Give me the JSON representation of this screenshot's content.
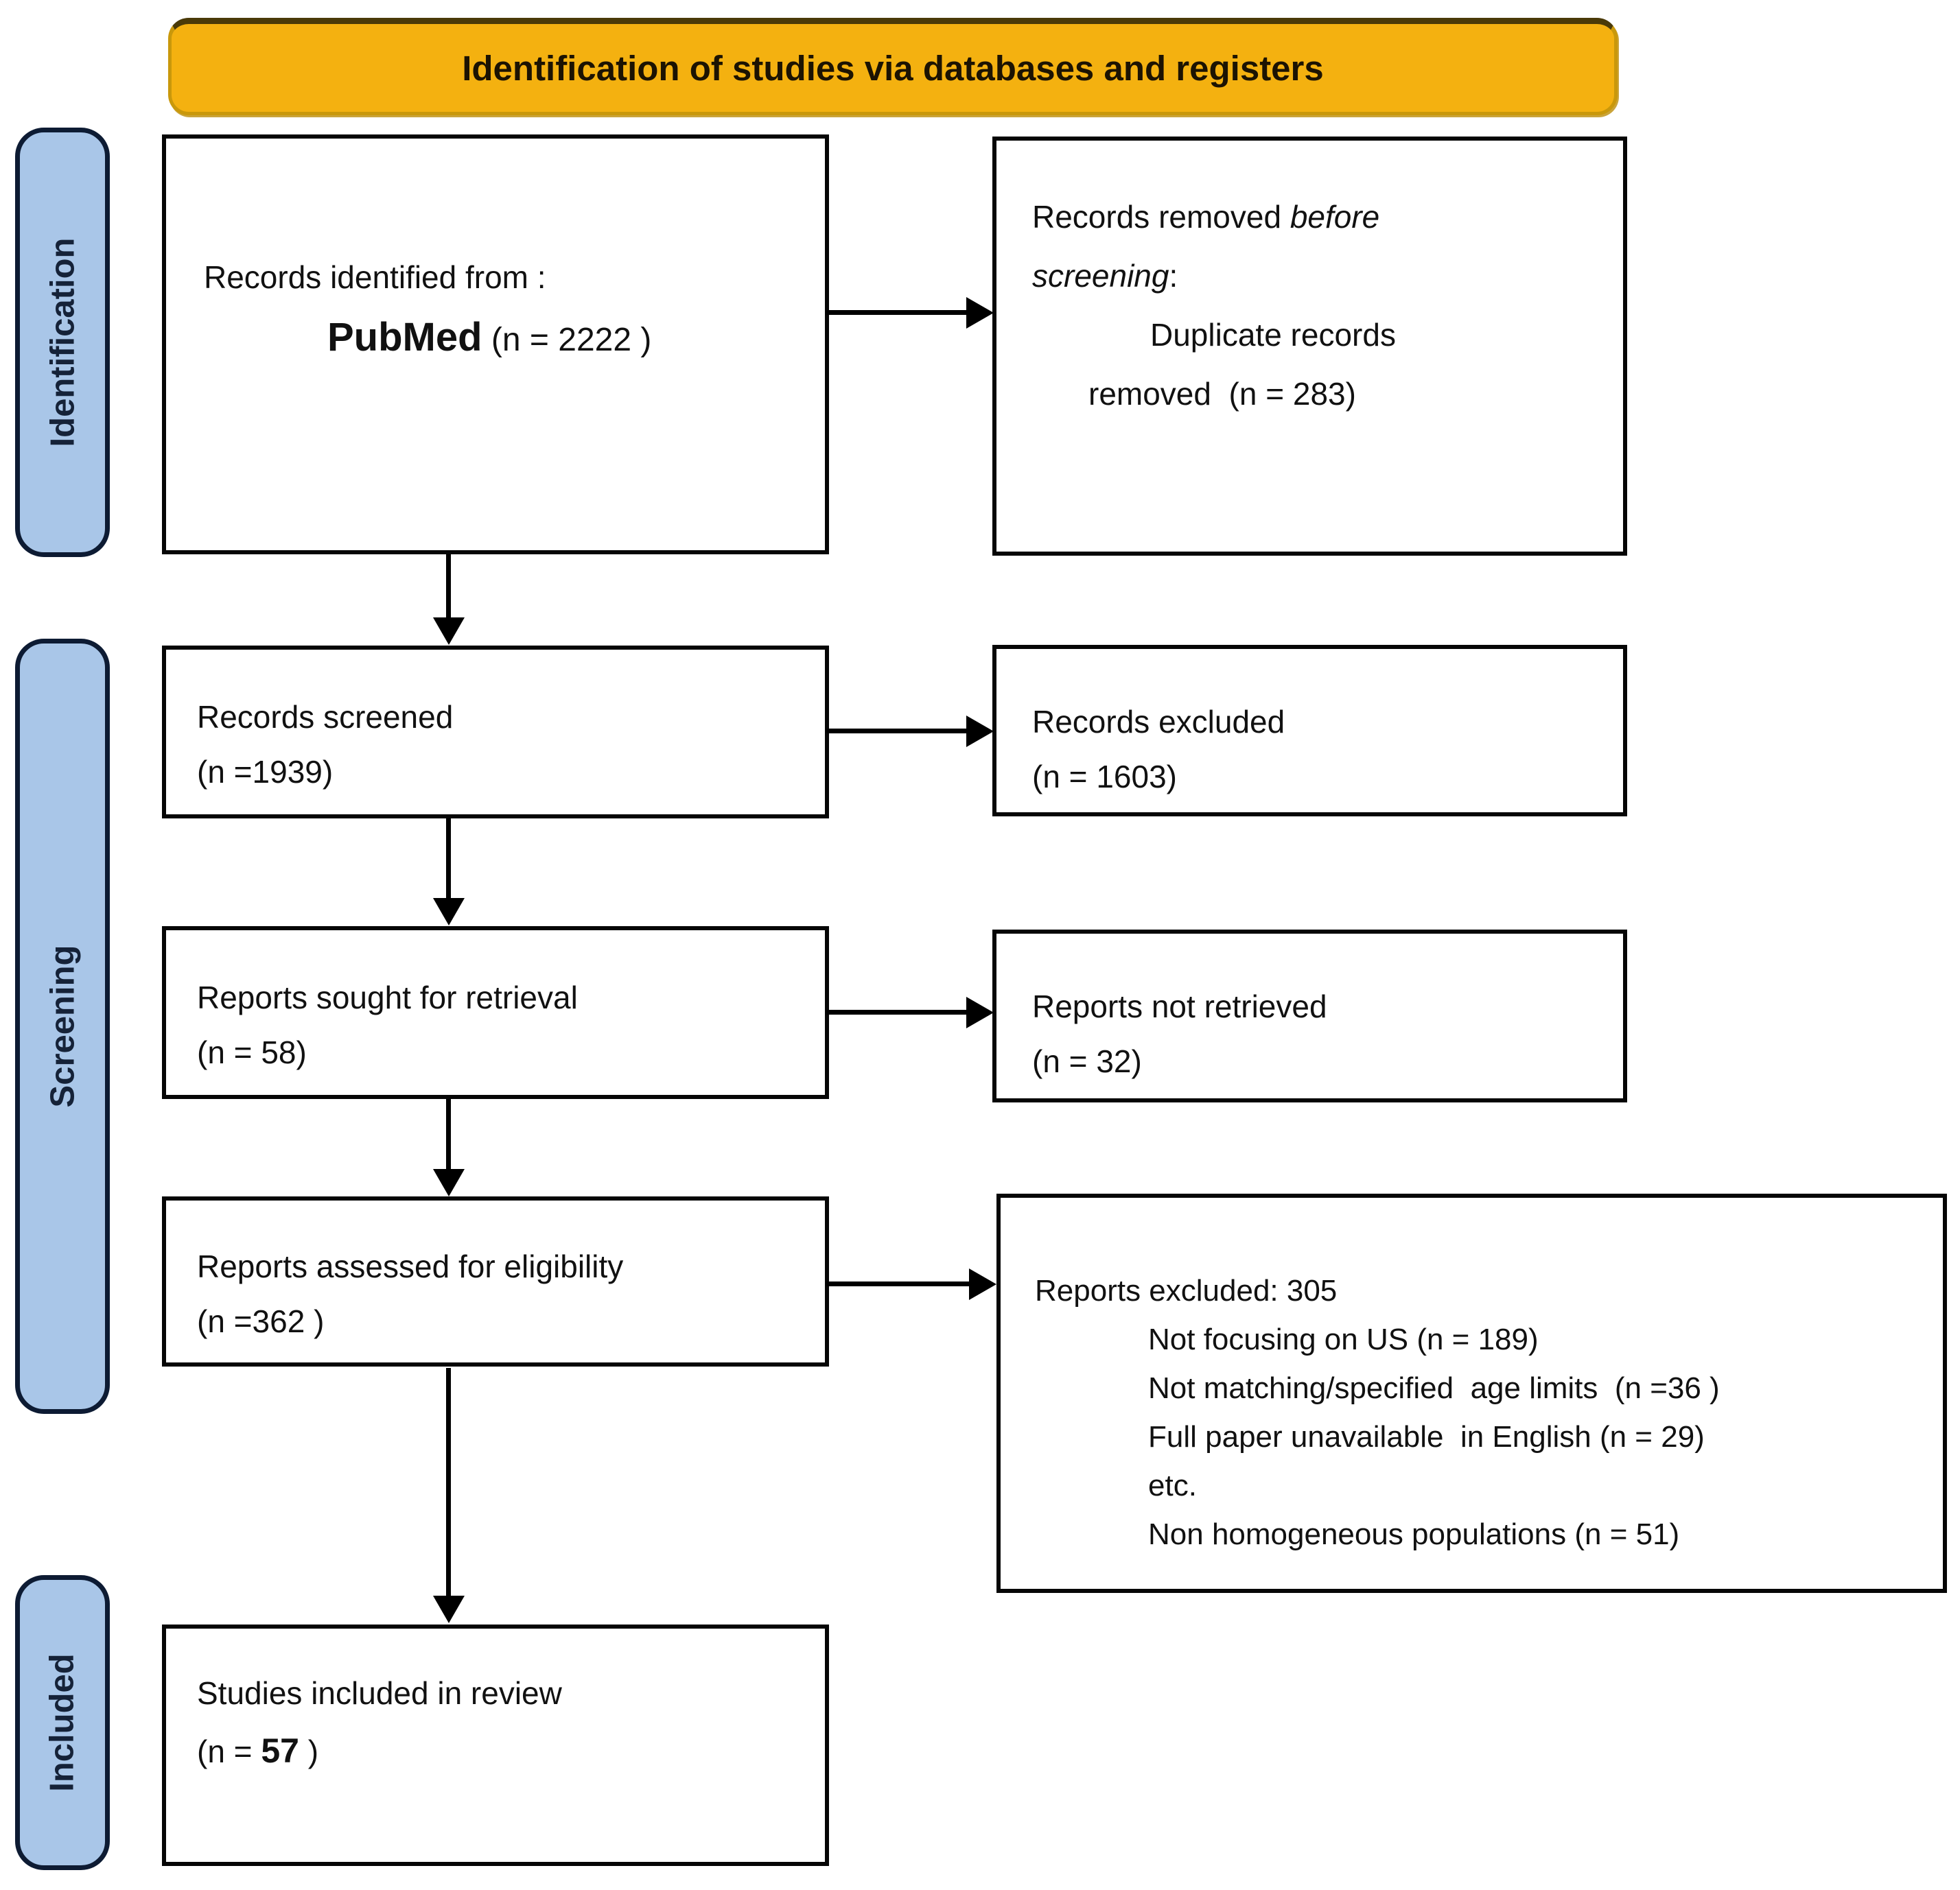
{
  "header": {
    "title": "Identification of studies via databases and registers"
  },
  "sidebars": {
    "identification": "Identification",
    "screening": "Screening",
    "included": "Included"
  },
  "boxes": {
    "records_identified": {
      "intro": "Records identified from :",
      "source_name": "PubMed",
      "source_count": " (n = 2222 )"
    },
    "records_removed": {
      "line1_normal": "Records removed ",
      "line1_italic": "before",
      "line2_italic": "screening",
      "line2_suffix": ":",
      "reason": "Duplicate records",
      "reason_count": "removed  (n = 283)"
    },
    "records_screened": {
      "line1": "Records screened",
      "line2": "(n =1939)"
    },
    "records_excluded": {
      "line1": "Records excluded",
      "line2": "(n = 1603)"
    },
    "reports_sought": {
      "line1": "Reports sought for retrieval",
      "line2": "(n = 58)"
    },
    "reports_not_retrieved": {
      "line1": "Reports not retrieved",
      "line2": "(n = 32)"
    },
    "reports_assessed": {
      "line1": "Reports assessed for eligibility",
      "line2": "(n =362 )"
    },
    "reports_excluded": {
      "title": "Reports excluded: 305",
      "items": [
        "Not focusing on US (n = 189)",
        "Not matching/specified  age limits  (n =36 )",
        "Full paper unavailable  in English (n = 29)",
        "etc.",
        "Non homogeneous populations (n = 51)"
      ]
    },
    "studies_included": {
      "line1": "Studies included in review",
      "count_prefix": "(n = ",
      "count_bold": "57",
      "count_suffix": " )"
    }
  },
  "colors": {
    "banner_fill": "#F4B110",
    "banner_border": "#C9980B",
    "sidebar_fill": "#A9C6E8",
    "sidebar_border": "#0D1B33",
    "box_border": "#060606",
    "arrow": "#000000"
  }
}
